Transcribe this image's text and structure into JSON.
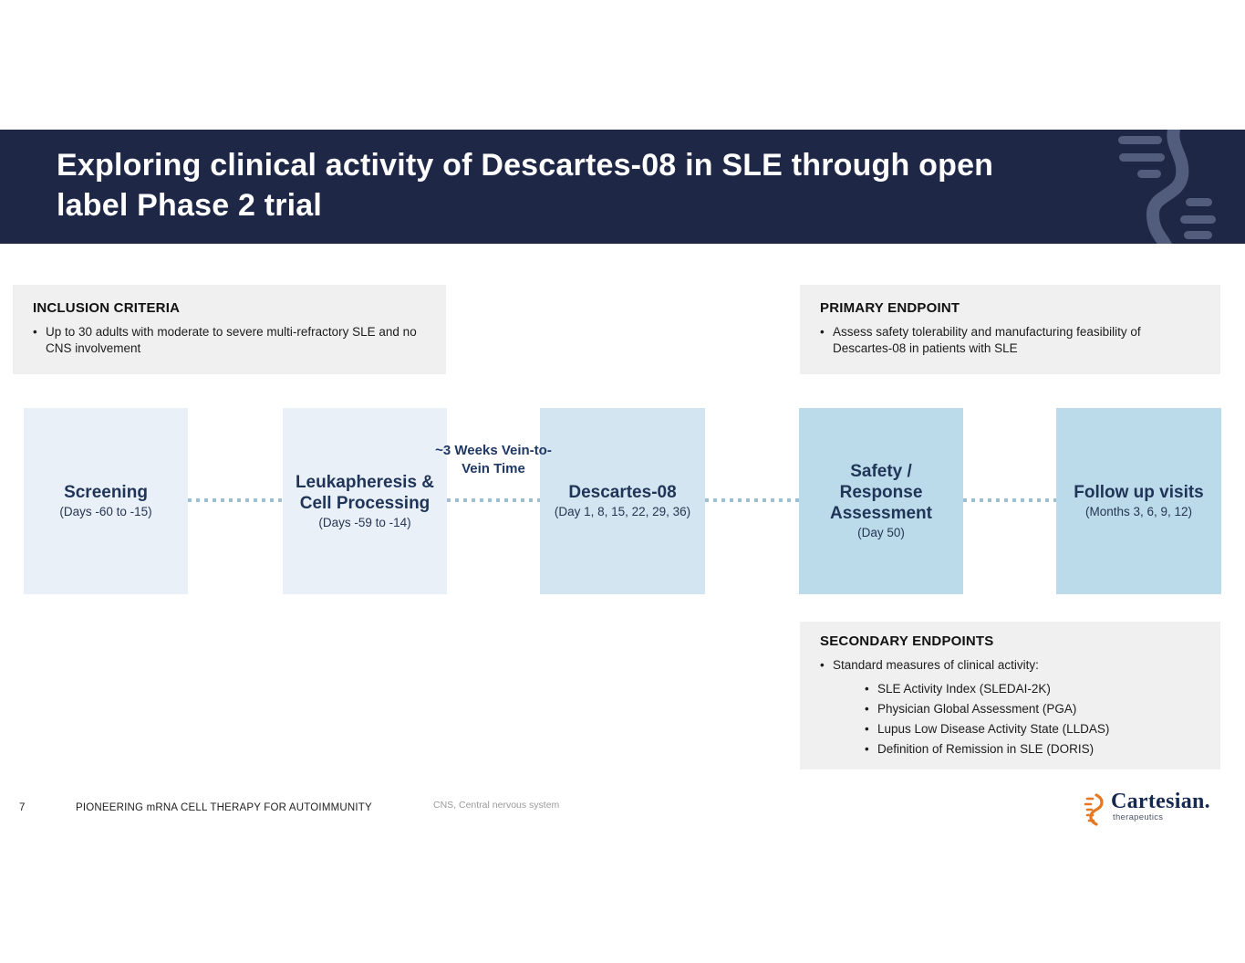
{
  "slide": {
    "title_lines": [
      "Exploring clinical activity of Descartes-08 in SLE through open",
      "label Phase 2 trial"
    ],
    "page_number": "7",
    "footer_left": "PIONEERING mRNA CELL THERAPY FOR AUTOIMMUNITY",
    "footnote": "CNS, Central nervous system"
  },
  "inclusion": {
    "heading": "INCLUSION CRITERIA",
    "bullet": "Up to 30 adults with moderate to severe multi-refractory SLE and no CNS involvement"
  },
  "primary": {
    "heading": "PRIMARY ENDPOINT",
    "bullet": "Assess safety tolerability and manufacturing feasibility of Descartes-08 in patients with SLE"
  },
  "secondary": {
    "heading": "SECONDARY ENDPOINTS",
    "bullet": "Standard measures of clinical activity:",
    "sub_bullets": [
      "SLE Activity Index (SLEDAI-2K)",
      "Physician Global Assessment (PGA)",
      "Lupus Low Disease Activity State (LLDAS)",
      "Definition of Remission in SLE (DORIS)"
    ]
  },
  "flow": {
    "annotation": "~3 Weeks Vein-to-Vein Time",
    "boxes": [
      {
        "title": "Screening",
        "subtitle": "(Days -60 to -15)"
      },
      {
        "title": "Leukapheresis & Cell Processing",
        "subtitle": "(Days -59 to -14)"
      },
      {
        "title": "Descartes-08",
        "subtitle": "(Day 1, 8, 15, 22, 29, 36)"
      },
      {
        "title": "Safety / Response Assessment",
        "subtitle": "(Day 50)"
      },
      {
        "title": "Follow up visits",
        "subtitle": "(Months 3, 6, 9, 12)"
      }
    ]
  },
  "logo": {
    "name": "Cartesian.",
    "tagline": "therapeutics"
  },
  "colors": {
    "header_bg": "#1e2746",
    "watermark": "#525d7e",
    "box_light": "#e9f0f8",
    "box_mid": "#d3e5f0",
    "box_dark": "#bcdbea",
    "grey_panel": "#f0f0f1",
    "navy_text": "#1f3457",
    "dotted_line": "#9ebfd1",
    "logo_orange": "#e87722",
    "logo_navy": "#16294e"
  }
}
